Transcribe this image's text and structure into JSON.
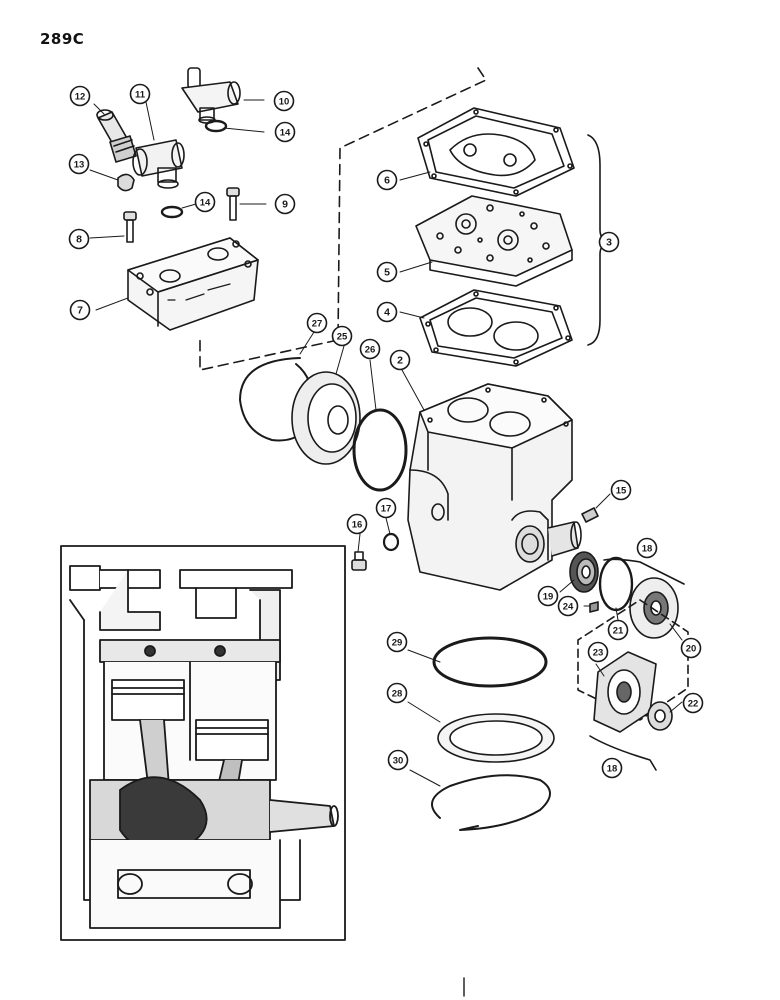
{
  "page": {
    "number": "289C"
  },
  "colors": {
    "ink": "#1a1a1a",
    "paper": "#ffffff",
    "shade": "#3a3a3a"
  },
  "callouts": [
    {
      "id": "c12",
      "label": "12"
    },
    {
      "id": "c11",
      "label": "11"
    },
    {
      "id": "c10",
      "label": "10"
    },
    {
      "id": "c14a",
      "label": "14"
    },
    {
      "id": "c13",
      "label": "13"
    },
    {
      "id": "c14b",
      "label": "14"
    },
    {
      "id": "c9",
      "label": "9"
    },
    {
      "id": "c8",
      "label": "8"
    },
    {
      "id": "c7",
      "label": "7"
    },
    {
      "id": "c6",
      "label": "6"
    },
    {
      "id": "c5",
      "label": "5"
    },
    {
      "id": "c4",
      "label": "4"
    },
    {
      "id": "c3",
      "label": "3"
    },
    {
      "id": "c27",
      "label": "27"
    },
    {
      "id": "c25",
      "label": "25"
    },
    {
      "id": "c26",
      "label": "26"
    },
    {
      "id": "c2",
      "label": "2"
    },
    {
      "id": "c15",
      "label": "15"
    },
    {
      "id": "c16",
      "label": "16"
    },
    {
      "id": "c17",
      "label": "17"
    },
    {
      "id": "c18a",
      "label": "18"
    },
    {
      "id": "c19",
      "label": "19"
    },
    {
      "id": "c24",
      "label": "24"
    },
    {
      "id": "c21",
      "label": "21"
    },
    {
      "id": "c20",
      "label": "20"
    },
    {
      "id": "c23",
      "label": "23"
    },
    {
      "id": "c22",
      "label": "22"
    },
    {
      "id": "c18b",
      "label": "18"
    },
    {
      "id": "c29",
      "label": "29"
    },
    {
      "id": "c28",
      "label": "28"
    },
    {
      "id": "c30",
      "label": "30"
    }
  ]
}
